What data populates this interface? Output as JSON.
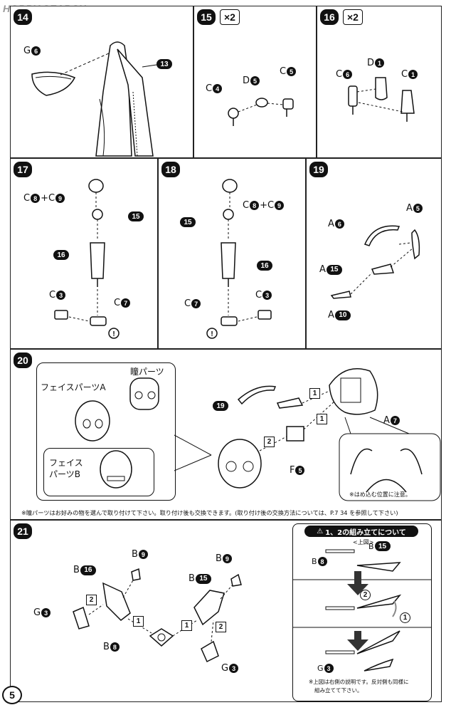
{
  "watermark": "HOBBY SEARCH",
  "page_number": "5",
  "steps": [
    {
      "num": "14",
      "labels": [
        "G6",
        "13"
      ]
    },
    {
      "num": "15",
      "mult": "×2",
      "labels": [
        "C4",
        "D5",
        "C5"
      ]
    },
    {
      "num": "16",
      "mult": "×2",
      "labels": [
        "C6",
        "D1",
        "C1"
      ]
    },
    {
      "num": "17",
      "labels": [
        "C8+C9",
        "15",
        "16",
        "C3",
        "C7"
      ]
    },
    {
      "num": "18",
      "labels": [
        "C8+C9",
        "15",
        "16",
        "C7",
        "C3"
      ]
    },
    {
      "num": "19",
      "labels": [
        "A6",
        "A5",
        "A15",
        "A10"
      ]
    },
    {
      "num": "20"
    },
    {
      "num": "21"
    }
  ],
  "s20": {
    "pupil_parts": "瞳パーツ",
    "face_a": "フェイスパーツA",
    "face_b_1": "フェイス",
    "face_b_2": "パーツB",
    "f_label": "F",
    "a_label": "A",
    "note_pos": "※はめ込む位置に注意。",
    "footnote": "※瞳パーツはお好みの物を選んで取り付けて下さい。取り付け後も交換できます。(取り付け後の交換方法については、P.7 34 を参照して下さい)"
  },
  "s21": {
    "caution_title": "1、2の組み立てについて",
    "top_view": "<上図>",
    "note1": "※上図は右側の説明です。反対側も同様に",
    "note2": "組み立てて下さい。"
  }
}
